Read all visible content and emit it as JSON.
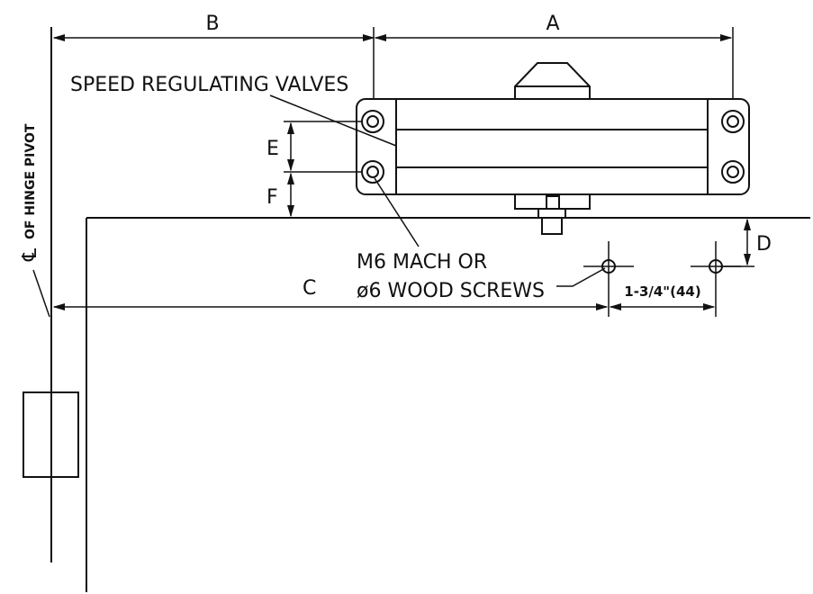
{
  "labels": {
    "dim_a": "A",
    "dim_b": "B",
    "dim_c": "C",
    "dim_d": "D",
    "dim_e": "E",
    "dim_f": "F",
    "speed_valves": "SPEED REGULATING VALVES",
    "screws_line1": "M6 MACH OR",
    "screws_line2": "ø6 WOOD SCREWS",
    "hole_spacing": "1-3/4\"(44)",
    "hinge_pivot": "OF HINGE PIVOT",
    "centerline_symbol": "℄"
  }
}
